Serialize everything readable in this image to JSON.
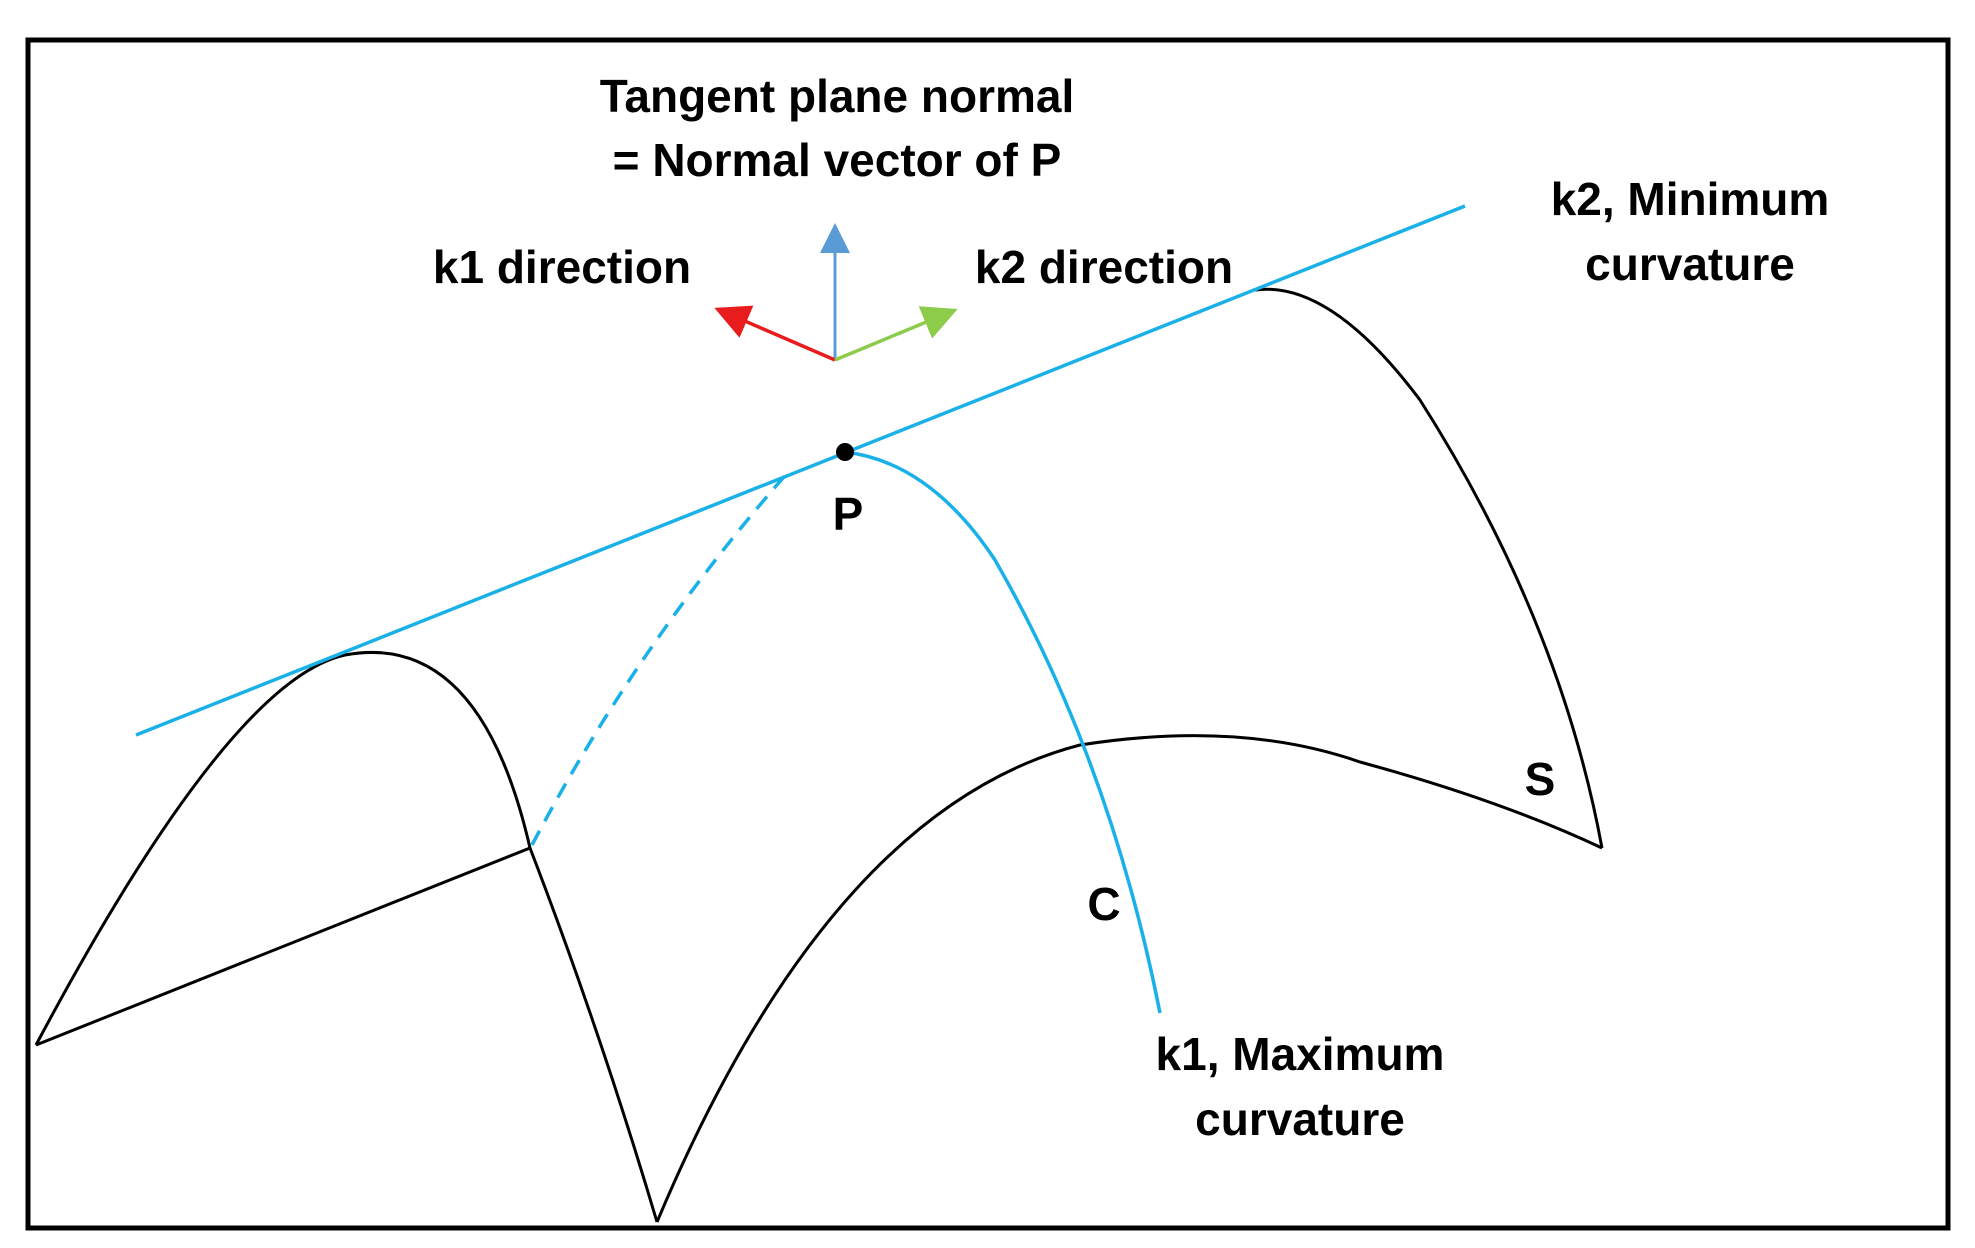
{
  "labels": {
    "normal_line1": "Tangent plane normal",
    "normal_line2": "= Normal vector of P",
    "k1_direction": "k1 direction",
    "k2_direction": "k2 direction",
    "k2_line1": "k2, Minimum",
    "k2_line2": "curvature",
    "k1_line1": "k1, Maximum",
    "k1_line2": "curvature",
    "point_p": "P",
    "curve_c": "C",
    "surface_s": "S"
  },
  "colors": {
    "frame": "#000000",
    "surface_edge": "#000000",
    "tangent_line": "#1ab0e8",
    "curve_c": "#1ab0e8",
    "normal_arrow": "#5b9bd5",
    "k1_arrow": "#e81c1c",
    "k2_arrow": "#8ccc4a",
    "point": "#000000"
  }
}
